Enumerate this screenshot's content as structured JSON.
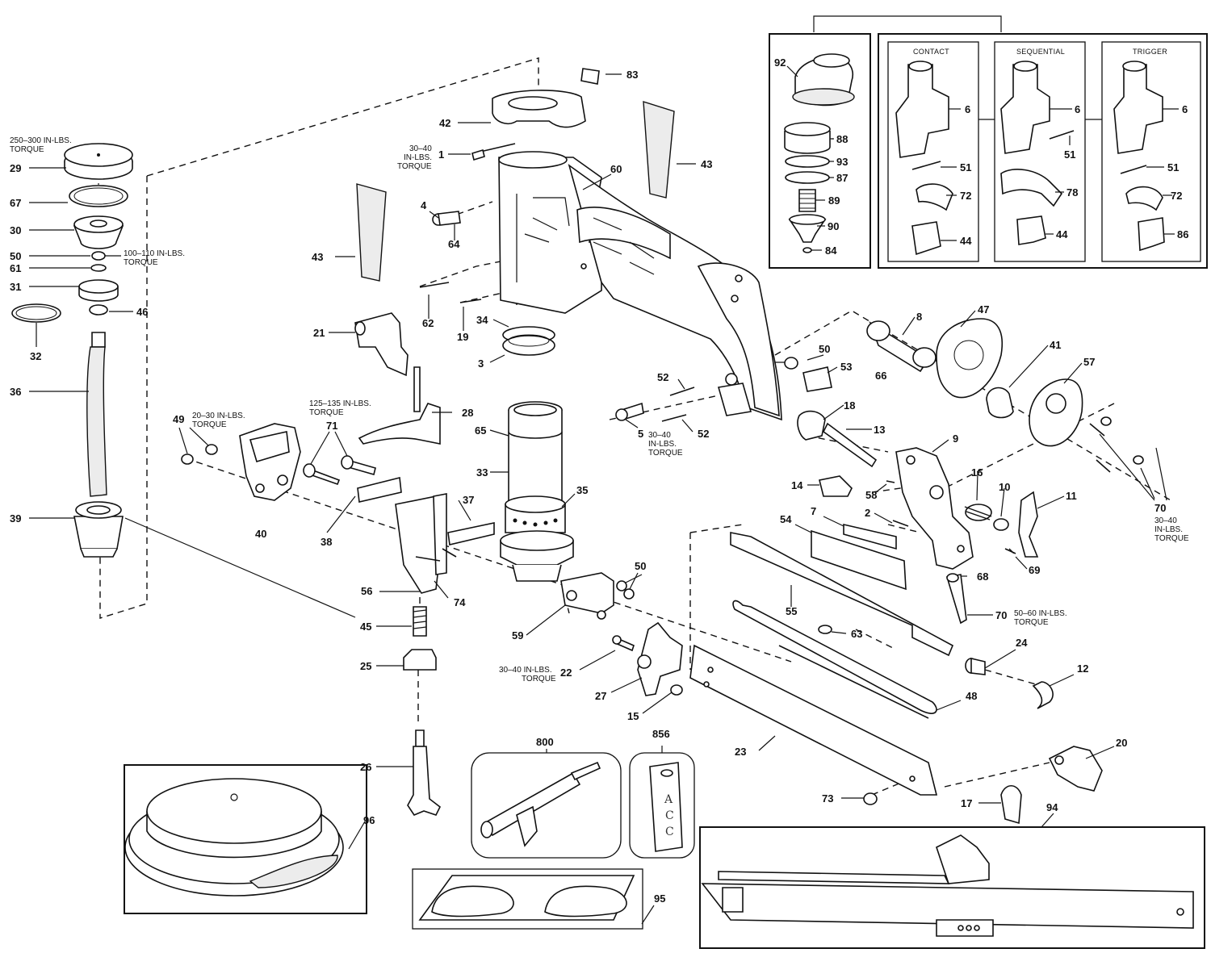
{
  "diagram": {
    "part_numbers": {
      "p1": "1",
      "p2": "2",
      "p3": "3",
      "p4": "4",
      "p5": "5",
      "p6a": "6",
      "p6b": "6",
      "p6c": "6",
      "p7": "7",
      "p8": "8",
      "p9": "9",
      "p10": "10",
      "p11": "11",
      "p12": "12",
      "p13": "13",
      "p14": "14",
      "p15": "15",
      "p16": "16",
      "p17": "17",
      "p18": "18",
      "p19": "19",
      "p20": "20",
      "p21": "21",
      "p22": "22",
      "p23": "23",
      "p24": "24",
      "p25": "25",
      "p26": "26",
      "p27": "27",
      "p28": "28",
      "p29": "29",
      "p30": "30",
      "p31": "31",
      "p32": "32",
      "p33": "33",
      "p34": "34",
      "p35": "35",
      "p36": "36",
      "p37": "37",
      "p38": "38",
      "p39": "39",
      "p40": "40",
      "p41": "41",
      "p42": "42",
      "p43a": "43",
      "p43b": "43",
      "p44a": "44",
      "p44b": "44",
      "p45": "45",
      "p46": "46",
      "p47": "47",
      "p48": "48",
      "p49": "49",
      "p50a": "50",
      "p50b": "50",
      "p50c": "50",
      "p51a": "51",
      "p51b": "51",
      "p51c": "51",
      "p52a": "52",
      "p52b": "52",
      "p53": "53",
      "p54": "54",
      "p55": "55",
      "p56": "56",
      "p57": "57",
      "p58": "58",
      "p59": "59",
      "p60": "60",
      "p61": "61",
      "p62": "62",
      "p63": "63",
      "p64": "64",
      "p65": "65",
      "p66": "66",
      "p67": "67",
      "p68": "68",
      "p69": "69",
      "p70a": "70",
      "p70b": "70",
      "p71": "71",
      "p72a": "72",
      "p72b": "72",
      "p73": "73",
      "p74": "74",
      "p78": "78",
      "p83": "83",
      "p84": "84",
      "p86": "86",
      "p87": "87",
      "p88": "88",
      "p89": "89",
      "p90": "90",
      "p92": "92",
      "p93": "93",
      "p94": "94",
      "p95": "95",
      "p96": "96",
      "p800": "800",
      "p856": "856"
    },
    "torque_notes": {
      "t29_1": "250–300 IN-LBS.",
      "t29_2": "TORQUE",
      "t50_1": "100–110 IN-LBS.",
      "t50_2": "TORQUE",
      "t1_1": "30–40",
      "t1_2": "IN-LBS.",
      "t1_3": "TORQUE",
      "t49_1": "20–30 IN-LBS.",
      "t49_2": "TORQUE",
      "t71_1": "125–135 IN-LBS.",
      "t71_2": "TORQUE",
      "t5_1": "30–40",
      "t5_2": "IN-LBS.",
      "t5_3": "TORQUE",
      "t22_1": "30–40 IN-LBS.",
      "t22_2": "TORQUE",
      "t70a_1": "50–60 IN-LBS.",
      "t70a_2": "TORQUE",
      "t70b_1": "30–40",
      "t70b_2": "IN-LBS.",
      "t70b_3": "TORQUE"
    },
    "trigger_headers": {
      "contact": "CONTACT",
      "sequential": "SEQUENTIAL",
      "trigger": "TRIGGER"
    },
    "label_856": {
      "a": "A",
      "c1": "C",
      "c2": "C"
    }
  }
}
